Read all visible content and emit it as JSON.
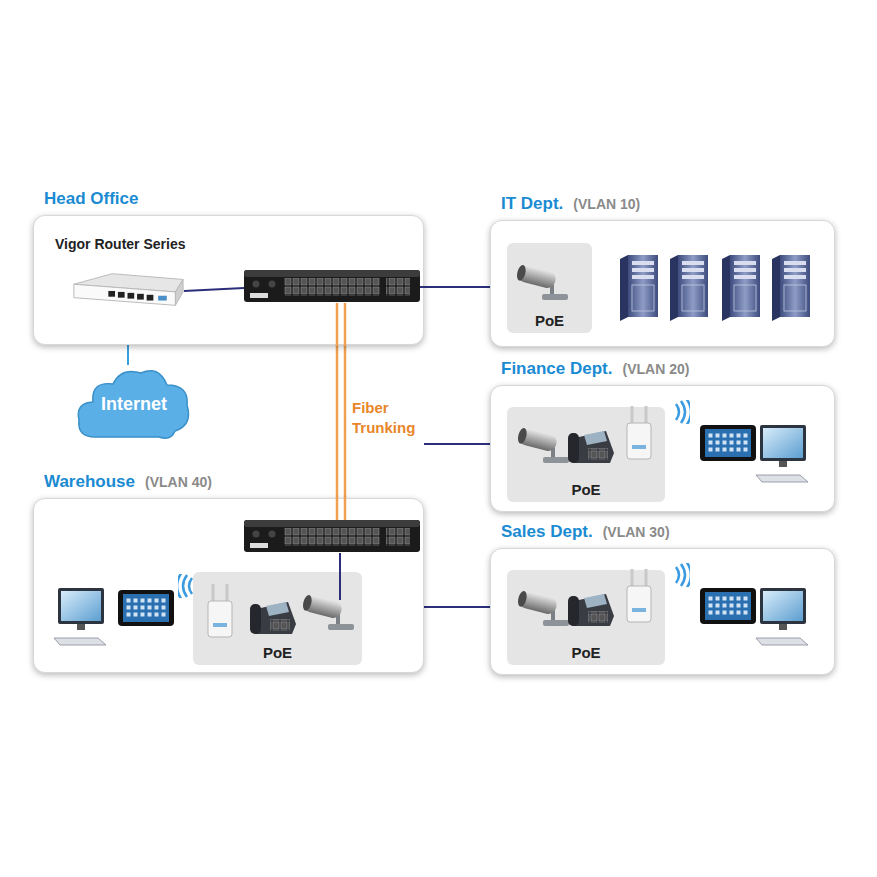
{
  "diagram": {
    "nodes": [
      {
        "text": [
          "Head Office"
        ]
      },
      {
        "text": [
          "Vigor Router Series"
        ],
        "in": 0
      },
      {
        "text": [
          "Internet"
        ]
      },
      {
        "text": [
          "Warehouse",
          "(VLAN 40)"
        ]
      },
      {
        "text": [
          "PoE"
        ],
        "in": 3
      },
      {
        "text": [
          "IT Dept.",
          "(VLAN 10)"
        ]
      },
      {
        "text": [
          "PoE"
        ],
        "in": 5
      },
      {
        "text": [
          "Finance Dept.",
          "(VLAN 20)"
        ]
      },
      {
        "text": [
          "PoE"
        ],
        "in": 7
      },
      {
        "text": [
          "Sales Dept.",
          "(VLAN 30)"
        ]
      },
      {
        "text": [
          "PoE"
        ],
        "in": 9
      }
    ],
    "edges": [
      {
        "from": 1,
        "to": 2,
        "arrow": "none"
      },
      {
        "from": 0,
        "to": 3,
        "label": "Fiber Trunking",
        "arrow": "none"
      },
      {
        "from": 0,
        "to": 5,
        "arrow": "none"
      },
      {
        "from": 0,
        "to": 7,
        "arrow": "none"
      },
      {
        "from": 0,
        "to": 9,
        "arrow": "none"
      }
    ]
  }
}
